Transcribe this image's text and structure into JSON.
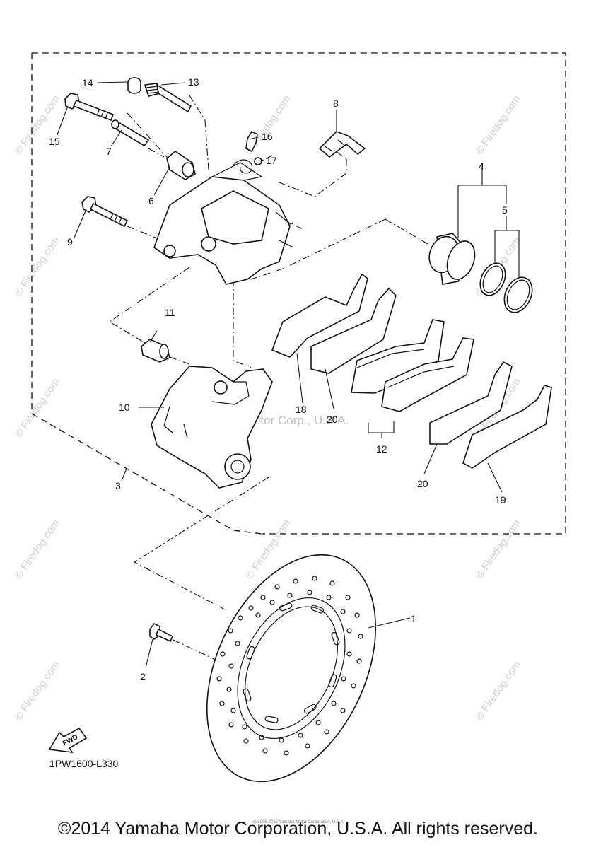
{
  "diagram": {
    "code": "1PW1600-L330",
    "fwd_label": "FWD",
    "center_watermark": "Yamaha Motor Corp., U.S.A.",
    "watermark": "© Firedog.com",
    "fine_print": "(c) 2005-2015 Yamaha Motor Corporation, U.S.A."
  },
  "callouts": [
    "1",
    "2",
    "3",
    "4",
    "5",
    "6",
    "7",
    "8",
    "9",
    "10",
    "11",
    "12",
    "13",
    "14",
    "15",
    "16",
    "17",
    "18",
    "19",
    "20",
    "20"
  ],
  "footer": {
    "copyright": "©2014 Yamaha Motor Corporation, U.S.A. All rights reserved."
  }
}
